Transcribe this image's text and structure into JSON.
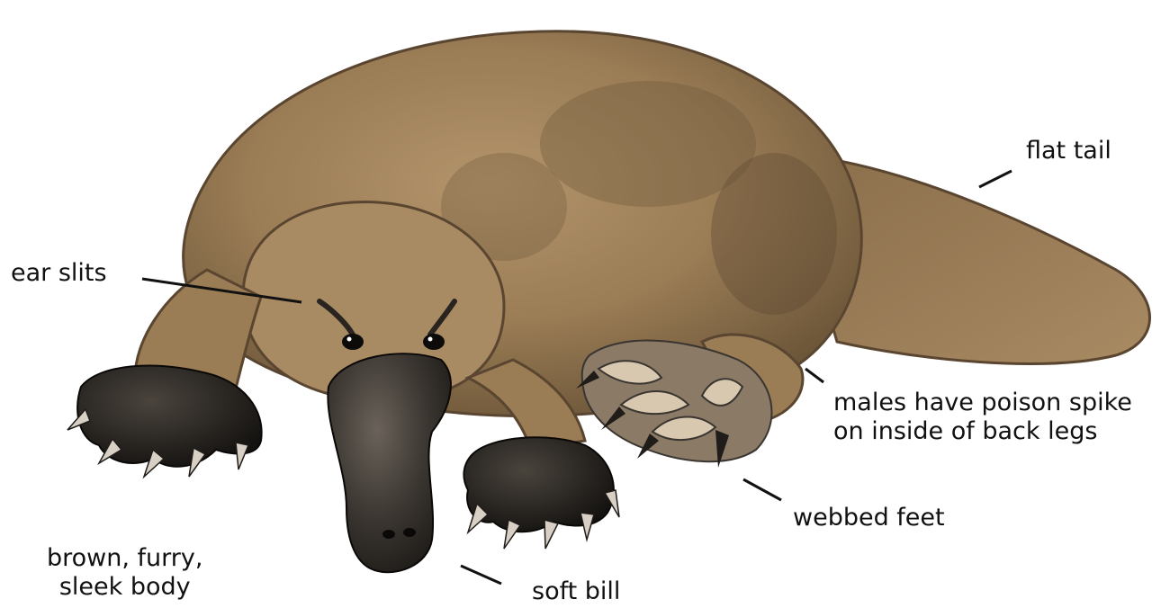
{
  "labels": {
    "flat_tail": "flat tail",
    "ear_slits": "ear slits",
    "poison_line1": "males have poison spike",
    "poison_line2": "on inside of back legs",
    "webbed_feet": "webbed feet",
    "body_line1": "brown, furry,",
    "body_line2": "sleek body",
    "soft_bill": "soft bill"
  },
  "colors": {
    "fur_light": "#a88a63",
    "fur_mid": "#8a6e4a",
    "fur_dark": "#5a4630",
    "bill": "#3a3530",
    "claw": "#1f1c19",
    "background": "#ffffff",
    "text": "#111111"
  }
}
